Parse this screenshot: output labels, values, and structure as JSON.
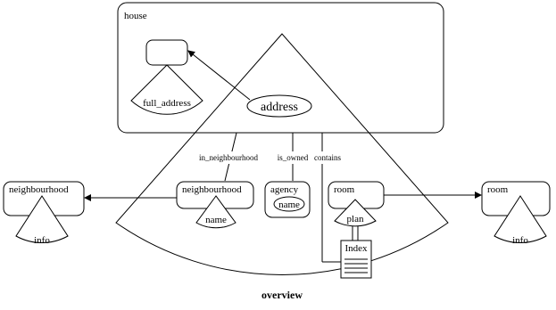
{
  "labels": {
    "house": "house",
    "full_address": "full_address",
    "address": "address",
    "in_neighbourhood": "in_neighbourhood",
    "is_owned": "is_owned",
    "contains": "contains",
    "neighbourhood_left": "neighbourhood",
    "info_left": "info",
    "neighbourhood_center": "neighbourhood",
    "name_neighbourhood": "name",
    "agency": "agency",
    "name_agency": "name",
    "room_center": "room",
    "plan": "plan",
    "index": "Index",
    "room_right": "room",
    "info_right": "info",
    "overview": "overview"
  }
}
